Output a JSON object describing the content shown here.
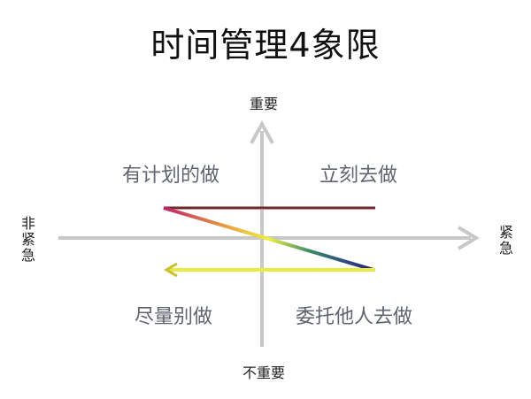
{
  "title": "时间管理4象限",
  "axes": {
    "top": "重要",
    "bottom": "不重要",
    "left": "非紧急",
    "right": "紧急"
  },
  "quadrants": {
    "top_left": "有计划的做",
    "top_right": "立刻去做",
    "bottom_left": "尽量别做",
    "bottom_right": "委托他人去做"
  },
  "colors": {
    "axis": "#c8c8c8",
    "quadrant_text": "#5f6470",
    "top_line": "#4a1a1a",
    "bottom_arrow": "#e6ec3c",
    "diagonal_start": "#c0206a",
    "diagonal_mid": "#f0f040",
    "diagonal_end": "#2a1a8a"
  }
}
